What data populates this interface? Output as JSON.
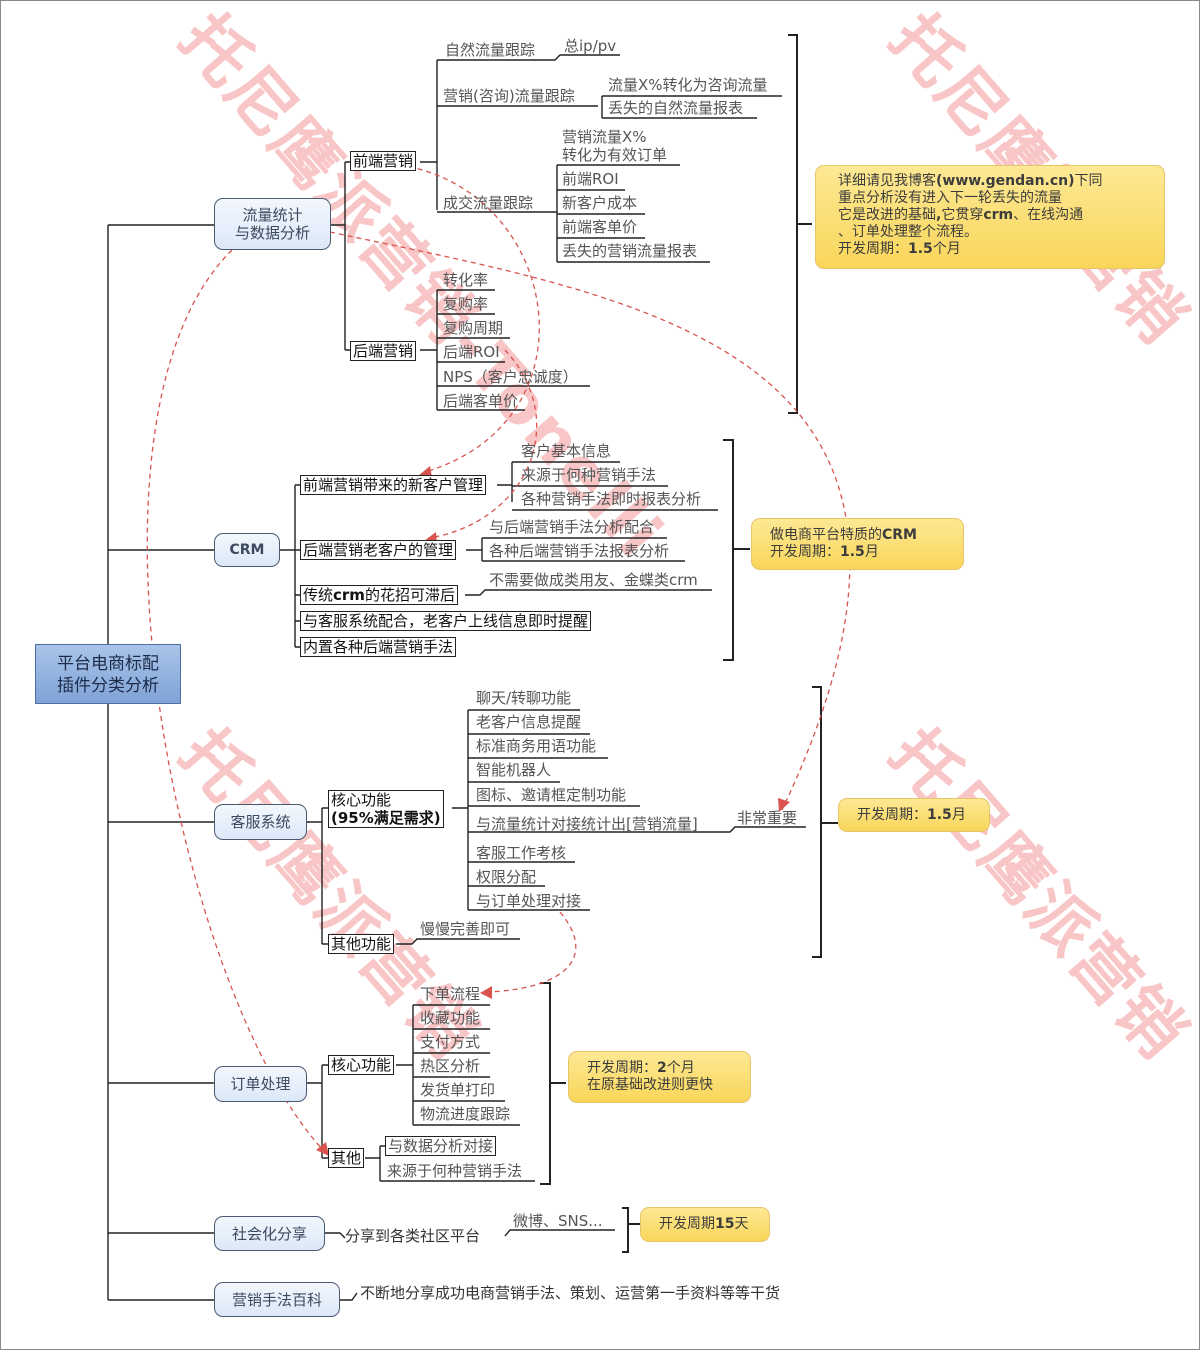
{
  "root": {
    "line1": "平台电商标配",
    "line2": "插件分类分析"
  },
  "watermark": {
    "text": "托尼鹰派营销-Tonelli",
    "cn": "托尼鹰派营销"
  },
  "colors": {
    "root_fill": "#8fb0de",
    "branch_fill": "#e4edfa",
    "note_fill": "#fbdf74",
    "arrow": "#d9534f"
  },
  "branches": {
    "traffic": {
      "label1": "流量统计",
      "label2": "与数据分析",
      "front": {
        "label": "前端营销",
        "natural": {
          "label": "自然流量跟踪",
          "items": [
            "总ip/pv"
          ]
        },
        "consult": {
          "label": "营销(咨询)流量跟踪",
          "items": [
            "流量X%转化为咨询流量",
            "丢失的自然流量报表"
          ]
        },
        "deal": {
          "label": "成交流量跟踪",
          "items": [
            "营销流量X%",
            "转化为有效订单",
            "前端ROI",
            "新客户成本",
            "前端客单价",
            "丢失的营销流量报表"
          ]
        }
      },
      "back": {
        "label": "后端营销",
        "items": [
          "转化率",
          "复购率",
          "复购周期",
          "后端ROI",
          "NPS（客户忠诚度）",
          "后端客单价"
        ]
      },
      "note": {
        "line1_a": "详细请见我博客",
        "line1_b": "(www.gendan.cn)",
        "line1_c": "下同",
        "line2": "重点分析没有进入下一轮丢失的流量",
        "line3_a": "它是改进的基础",
        "line3_b": ",",
        "line3_c": "它贯穿",
        "line3_d": "crm",
        "line3_e": "、在线沟通",
        "line4": "、订单处理整个流程。",
        "line5_a": "开发周期：",
        "line5_b": "1.5",
        "line5_c": "个月"
      }
    },
    "crm": {
      "label": "CRM",
      "subs": [
        {
          "label": "前端营销带来的新客户管理",
          "items": [
            "客户基本信息",
            "来源于何种营销手法",
            "各种营销手法即时报表分析"
          ]
        },
        {
          "label": "后端营销老客户的管理",
          "items": [
            "与后端营销手法分析配合",
            "各种后端营销手法报表分析"
          ]
        },
        {
          "label_a": "传统",
          "label_b": "crm",
          "label_c": "的花招可滞后",
          "items": [
            "不需要做成类用友、金蝶类crm"
          ]
        },
        {
          "label": "与客服系统配合，老客户上线信息即时提醒"
        },
        {
          "label": "内置各种后端营销手法"
        }
      ],
      "note": {
        "line1_a": "做电商平台特质的",
        "line1_b": "CRM",
        "line2_a": "开发周期：",
        "line2_b": "1.5",
        "line2_c": "月"
      }
    },
    "service": {
      "label": "客服系统",
      "core": {
        "label1": "核心功能",
        "label2": "(95%满足需求)",
        "items": [
          "聊天/转聊功能",
          "老客户信息提醒",
          "标准商务用语功能",
          "智能机器人",
          "图标、邀请框定制功能",
          "与流量统计对接统计出[营销流量]",
          "客服工作考核",
          "权限分配",
          "与订单处理对接"
        ],
        "important": "非常重要"
      },
      "other": {
        "label": "其他功能",
        "items": [
          "慢慢完善即可"
        ]
      },
      "note": {
        "a": "开发周期：",
        "b": "1.5",
        "c": "月"
      }
    },
    "order": {
      "label": "订单处理",
      "core": {
        "label": "核心功能",
        "items": [
          "下单流程",
          "收藏功能",
          "支付方式",
          "热区分析",
          "发货单打印",
          "物流进度跟踪"
        ]
      },
      "other": {
        "label": "其他",
        "items": [
          "与数据分析对接",
          "来源于何种营销手法"
        ]
      },
      "note": {
        "line1_a": "开发周期：",
        "line1_b": "2",
        "line1_c": "个月",
        "line2": "在原基础改进则更快"
      }
    },
    "social": {
      "label": "社会化分享",
      "item": "分享到各类社区平台",
      "sub": "微博、SNS...",
      "note": {
        "a": "开发周期",
        "b": "15",
        "c": "天"
      }
    },
    "wiki": {
      "label": "营销手法百科",
      "item": "不断地分享成功电商营销手法、策划、运营第一手资料等等干货"
    }
  }
}
